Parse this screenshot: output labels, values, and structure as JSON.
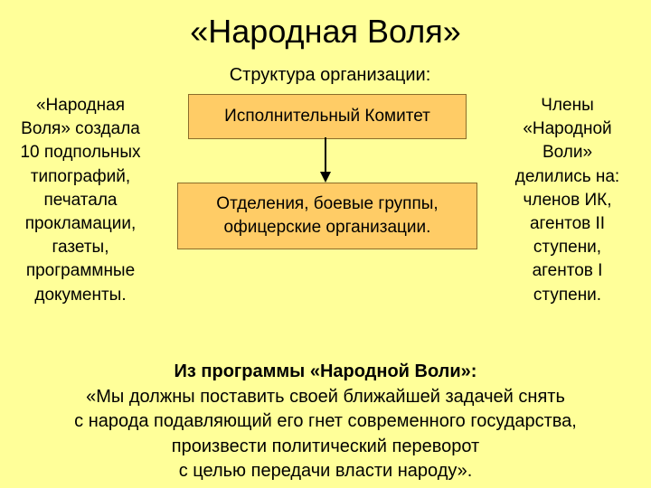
{
  "title": "«Народная Воля»",
  "structure_label": "Структура организации:",
  "left_text": [
    "«Народная",
    "Воля» создала",
    "10 подпольных",
    "типографий,",
    "печатала",
    "прокламации,",
    "газеты,",
    "программные",
    "документы."
  ],
  "top_box": "Исполнительный Комитет",
  "bottom_box": [
    "Отделения, боевые группы,",
    "офицерские организации."
  ],
  "right_text": [
    "Члены",
    "«Народной",
    "Воли»",
    "делились на:",
    "членов ИК,",
    "агентов II",
    "ступени,",
    "агентов I",
    "ступени."
  ],
  "quote_heading": "Из программы «Народной Воли»:",
  "quote_lines": [
    "«Мы должны поставить своей ближайшей задачей снять",
    "с народа подавляющий его гнет современного государства,",
    "произвести политический переворот",
    "с целью передачи власти народу»."
  ],
  "colors": {
    "background": "#ffff99",
    "box_fill": "#ffcc66",
    "box_border": "#8a6d2a",
    "arrow": "#000000"
  }
}
